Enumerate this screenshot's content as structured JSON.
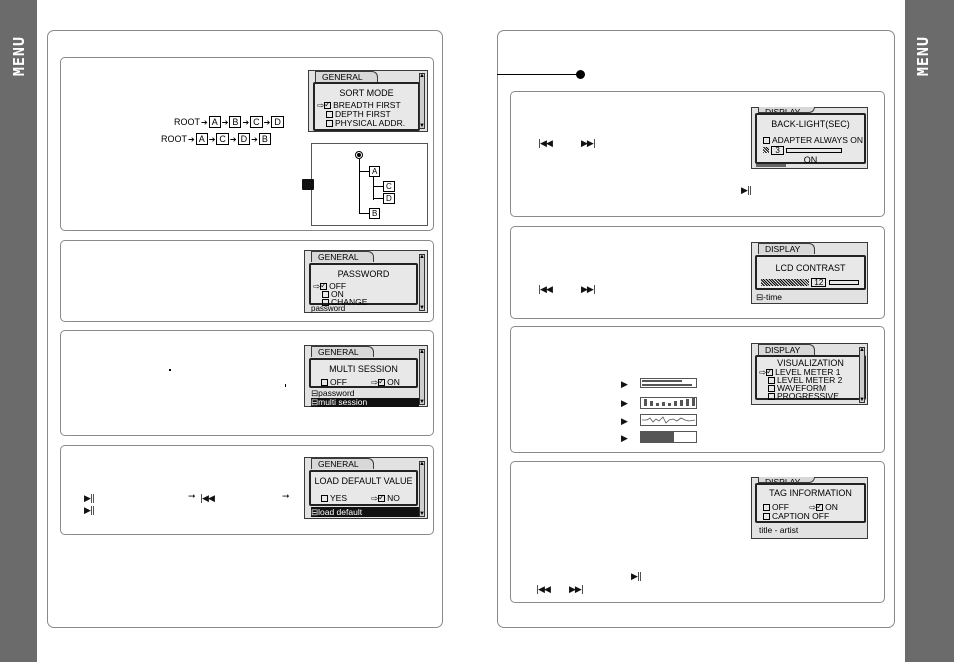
{
  "side_label": "MENU",
  "left_page": {
    "sort_mode": {
      "path_breadth": [
        "ROOT",
        "A",
        "B",
        "C",
        "D"
      ],
      "path_depth": [
        "ROOT",
        "A",
        "C",
        "D",
        "B"
      ],
      "tree_nodes": [
        "A",
        "C",
        "D",
        "B"
      ],
      "lcd": {
        "tab": "GENERAL",
        "title": "SORT MODE",
        "options": [
          "BREADTH FIRST",
          "DEPTH FIRST",
          "PHYSICAL ADDR."
        ],
        "selected_index": 0
      }
    },
    "password": {
      "lcd": {
        "tab": "GENERAL",
        "title": "PASSWORD",
        "options": [
          "OFF",
          "ON",
          "CHANGE"
        ],
        "selected_index": 0,
        "bottom_row": "password"
      }
    },
    "multi_session": {
      "lcd": {
        "tab": "GENERAL",
        "title": "MULTI   SESSION",
        "option_off": "OFF",
        "option_on": "ON",
        "row_1": "password",
        "row_2": "multi session"
      }
    },
    "load_default": {
      "lcd": {
        "tab": "GENERAL",
        "title": "LOAD DEFAULT VALUE",
        "option_yes": "YES",
        "option_no": "NO",
        "bottom_row": "load default"
      }
    }
  },
  "right_page": {
    "backlight": {
      "lcd": {
        "tab": "DISPLAY",
        "title": "BACK-LIGHT(SEC)",
        "option": "ADAPTER ALWAYS ON",
        "value": "3",
        "status": "ON"
      }
    },
    "contrast": {
      "lcd": {
        "tab": "DISPLAY",
        "title": "LCD CONTRAST",
        "value": "12",
        "bottom_row": "-time"
      }
    },
    "visualization": {
      "lcd": {
        "tab": "DISPLAY",
        "title": "VISUALIZATION",
        "options": [
          "LEVEL METER 1",
          "LEVEL METER 2",
          "WAVEFORM",
          "PROGRESSIVE"
        ],
        "selected_index": 0
      }
    },
    "tag_information": {
      "lcd": {
        "tab": "DISPLAY",
        "title": "TAG INFORMATION",
        "option_off": "OFF",
        "option_on": "ON",
        "caption": "CAPTION OFF",
        "bottom_row": "title - artist"
      }
    }
  },
  "colors": {
    "side_band": "#6b6b6b",
    "lcd_bg": "#e2e2e2",
    "border": "#8a8a8a"
  }
}
